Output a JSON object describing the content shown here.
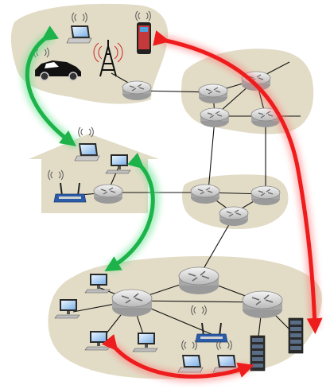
{
  "diagram": {
    "subnets": [
      {
        "id": "mobile-network",
        "kind": "wireless access network"
      },
      {
        "id": "home-network",
        "kind": "home network"
      },
      {
        "id": "isp-top-right",
        "kind": "regional ISP"
      },
      {
        "id": "isp-middle",
        "kind": "regional ISP"
      },
      {
        "id": "enterprise-network",
        "kind": "institutional network"
      }
    ],
    "icons": [
      "laptop-icon",
      "smartphone-icon",
      "car-icon",
      "cell-tower-icon",
      "router-icon",
      "wireless-router-icon",
      "desktop-pc-icon",
      "server-rack-icon"
    ],
    "flows": [
      {
        "id": "green-flow-1",
        "color": "#1db34a",
        "between": [
          "mobile-laptop",
          "home-laptop"
        ]
      },
      {
        "id": "green-flow-2",
        "color": "#1db34a",
        "between": [
          "home-desktop",
          "enterprise-desktop"
        ]
      },
      {
        "id": "red-flow-1",
        "color": "#ee1c1c",
        "between": [
          "smartphone",
          "server-rack"
        ]
      },
      {
        "id": "red-flow-2",
        "color": "#ee1c1c",
        "between": [
          "enterprise-laptop-pc",
          "server-rack"
        ]
      }
    ],
    "colors": {
      "region_fill": "#e2dcc6",
      "router_fill": "#dcdcdc",
      "link": "#111111",
      "green": "#1db34a",
      "red": "#ee1c1c"
    }
  }
}
